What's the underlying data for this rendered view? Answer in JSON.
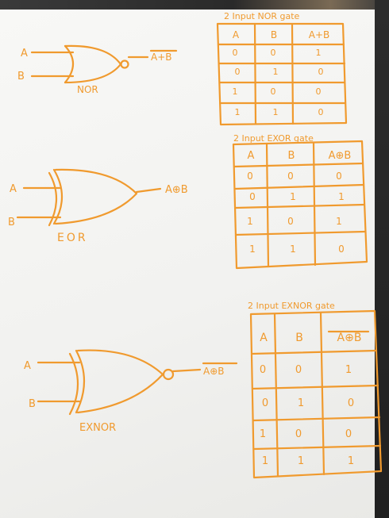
{
  "ink_color": "#f09a2e",
  "nor": {
    "gate_label": "NOR",
    "inputs": [
      "A",
      "B"
    ],
    "output": "A+B",
    "table_title": "2 Input NOR gate",
    "headers": [
      "A",
      "B",
      "A+B"
    ],
    "rows": [
      [
        "0",
        "0",
        "1"
      ],
      [
        "0",
        "1",
        "0"
      ],
      [
        "1",
        "0",
        "0"
      ],
      [
        "1",
        "1",
        "0"
      ]
    ]
  },
  "exor": {
    "gate_label": "EOR",
    "inputs": [
      "A",
      "B"
    ],
    "output": "A⊕B",
    "table_title": "2 Input EXOR gate",
    "headers": [
      "A",
      "B",
      "A⊕B"
    ],
    "rows": [
      [
        "0",
        "0",
        "0"
      ],
      [
        "0",
        "1",
        "1"
      ],
      [
        "1",
        "0",
        "1"
      ],
      [
        "1",
        "1",
        "0"
      ]
    ]
  },
  "exnor": {
    "gate_label": "EXNOR",
    "inputs": [
      "A",
      "B"
    ],
    "output": "A⊕B",
    "table_title": "2 Input EXNOR gate",
    "headers": [
      "A",
      "B",
      "A⊕B"
    ],
    "rows": [
      [
        "0",
        "0",
        "1"
      ],
      [
        "0",
        "1",
        "0"
      ],
      [
        "1",
        "0",
        "0"
      ],
      [
        "1",
        "1",
        "1"
      ]
    ]
  }
}
